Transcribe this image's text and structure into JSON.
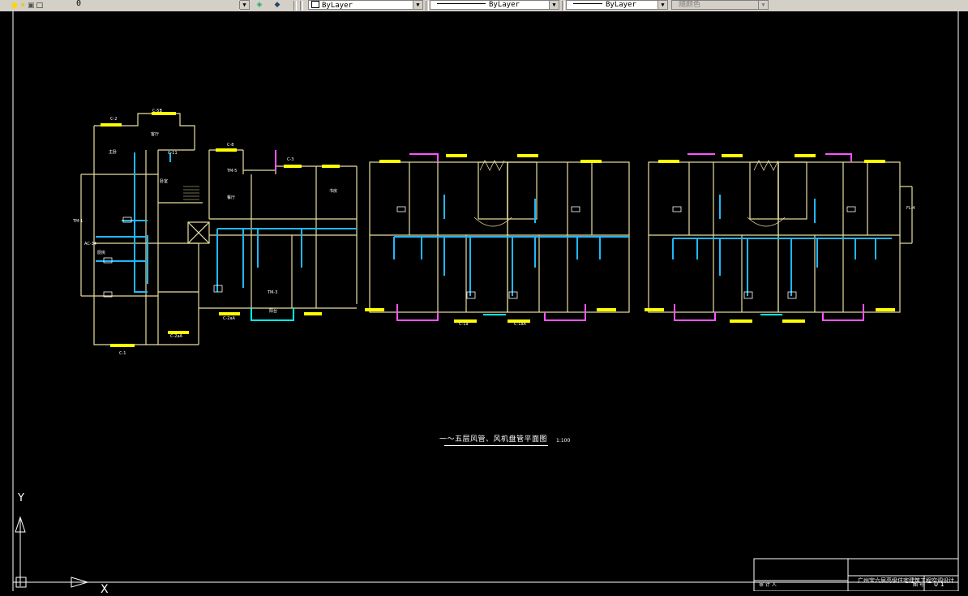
{
  "toolbar": {
    "icons": [
      "lightbulb-icon",
      "sun-icon",
      "lock-icon",
      "color-square-icon"
    ],
    "layer_name": "0",
    "combos": {
      "layer": "ByLayer",
      "linetype": "ByLayer",
      "lineweight": "ByLayer",
      "color": "随颜色"
    }
  },
  "drawing": {
    "plan_title": "一～五层风管、风机盘管平面图",
    "plan_scale": "1:100",
    "title_block": "广州宝六层高级住宅建筑工程空调设计",
    "title_block_labels": [
      "审  计  人",
      "图  号",
      "0 1"
    ],
    "ucs": {
      "x": "X",
      "y": "Y"
    },
    "room_labels": [
      "C-2",
      "C-5B",
      "客厅",
      "主卧",
      "卧室",
      "C-11",
      "TM-1",
      "AC-34",
      "厨房",
      "C-1",
      "C-2aA",
      "C-8",
      "C-3",
      "TM-5",
      "餐厅",
      "书房",
      "TM-3",
      "阳台",
      "C-1a",
      "C-1aA",
      "FL-4",
      "C-2aA"
    ],
    "colors": {
      "walls": "#e8e0a0",
      "duct": "#1fb8ff",
      "window": "#ffff00",
      "balcony": "#ff55ff",
      "frame": "#ffffff",
      "cyan": "#00ffff"
    }
  }
}
